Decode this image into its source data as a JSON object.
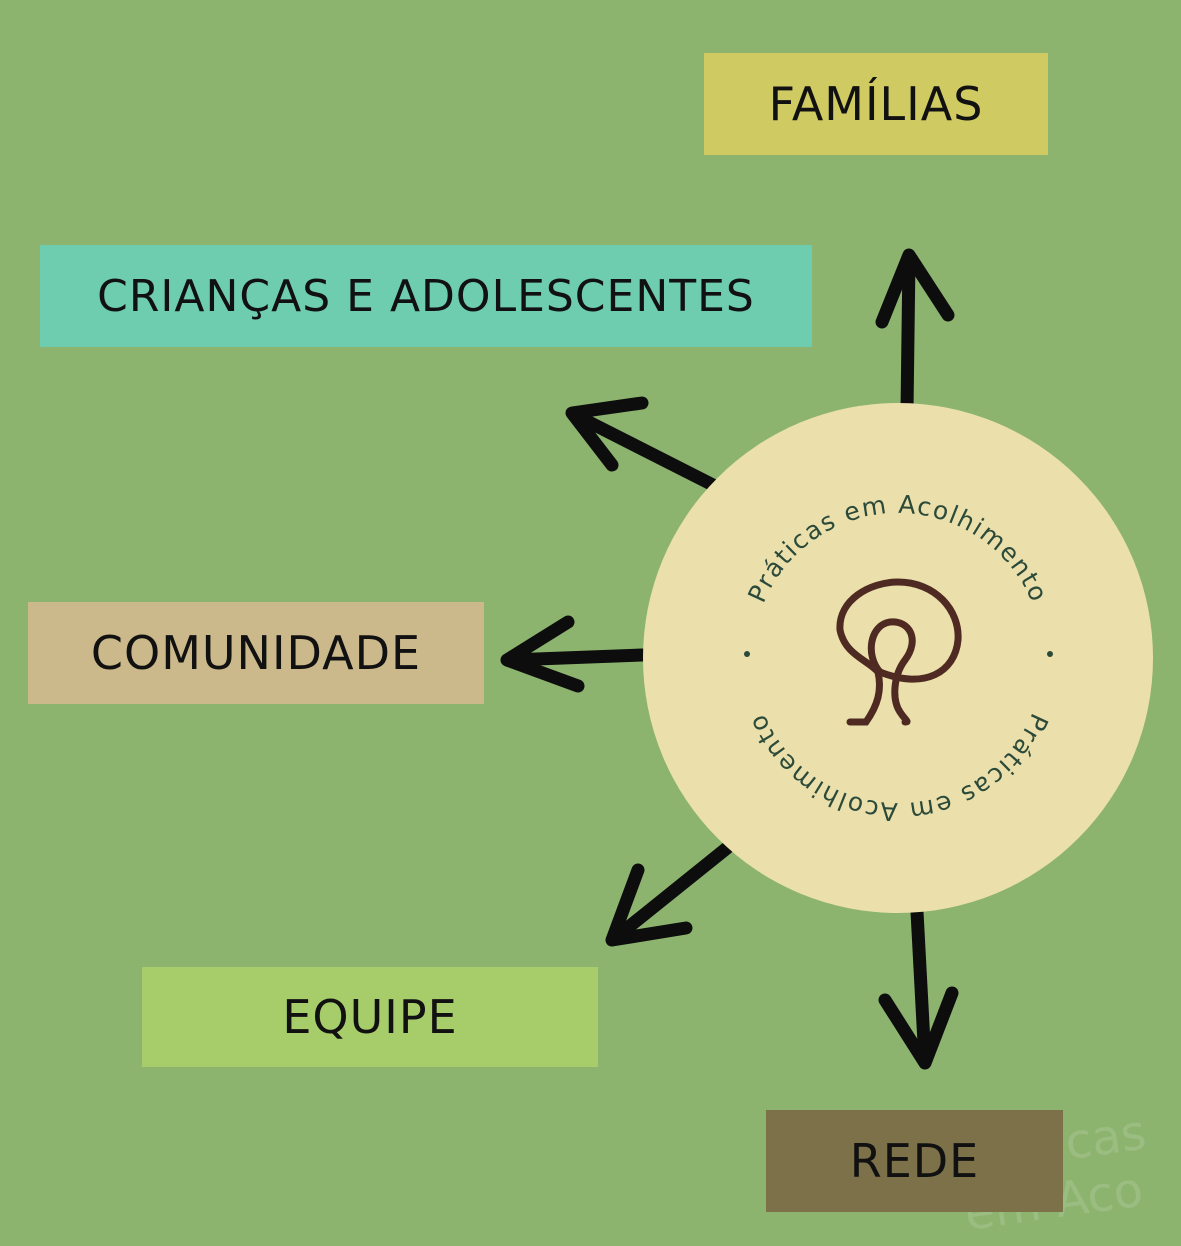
{
  "center": {
    "ring_text_top": "Práticas em Acolhimento",
    "ring_text_bottom": "Práticas em Acolhimento",
    "logo": "PA monogram"
  },
  "nodes": [
    {
      "label": "FAMÍLIAS",
      "color": "#cfcb62"
    },
    {
      "label": "CRIANÇAS E ADOLESCENTES",
      "color": "#6ecdaf"
    },
    {
      "label": "COMUNIDADE",
      "color": "#cbb98b"
    },
    {
      "label": "EQUIPE",
      "color": "#a7cd6b"
    },
    {
      "label": "REDE",
      "color": "#7c7148"
    }
  ],
  "watermark": "Práticas em Aco",
  "colors": {
    "background": "#8db46f",
    "circle": "#ebe0ab",
    "text": "#2c4a3a",
    "logo": "#4e2a22"
  }
}
